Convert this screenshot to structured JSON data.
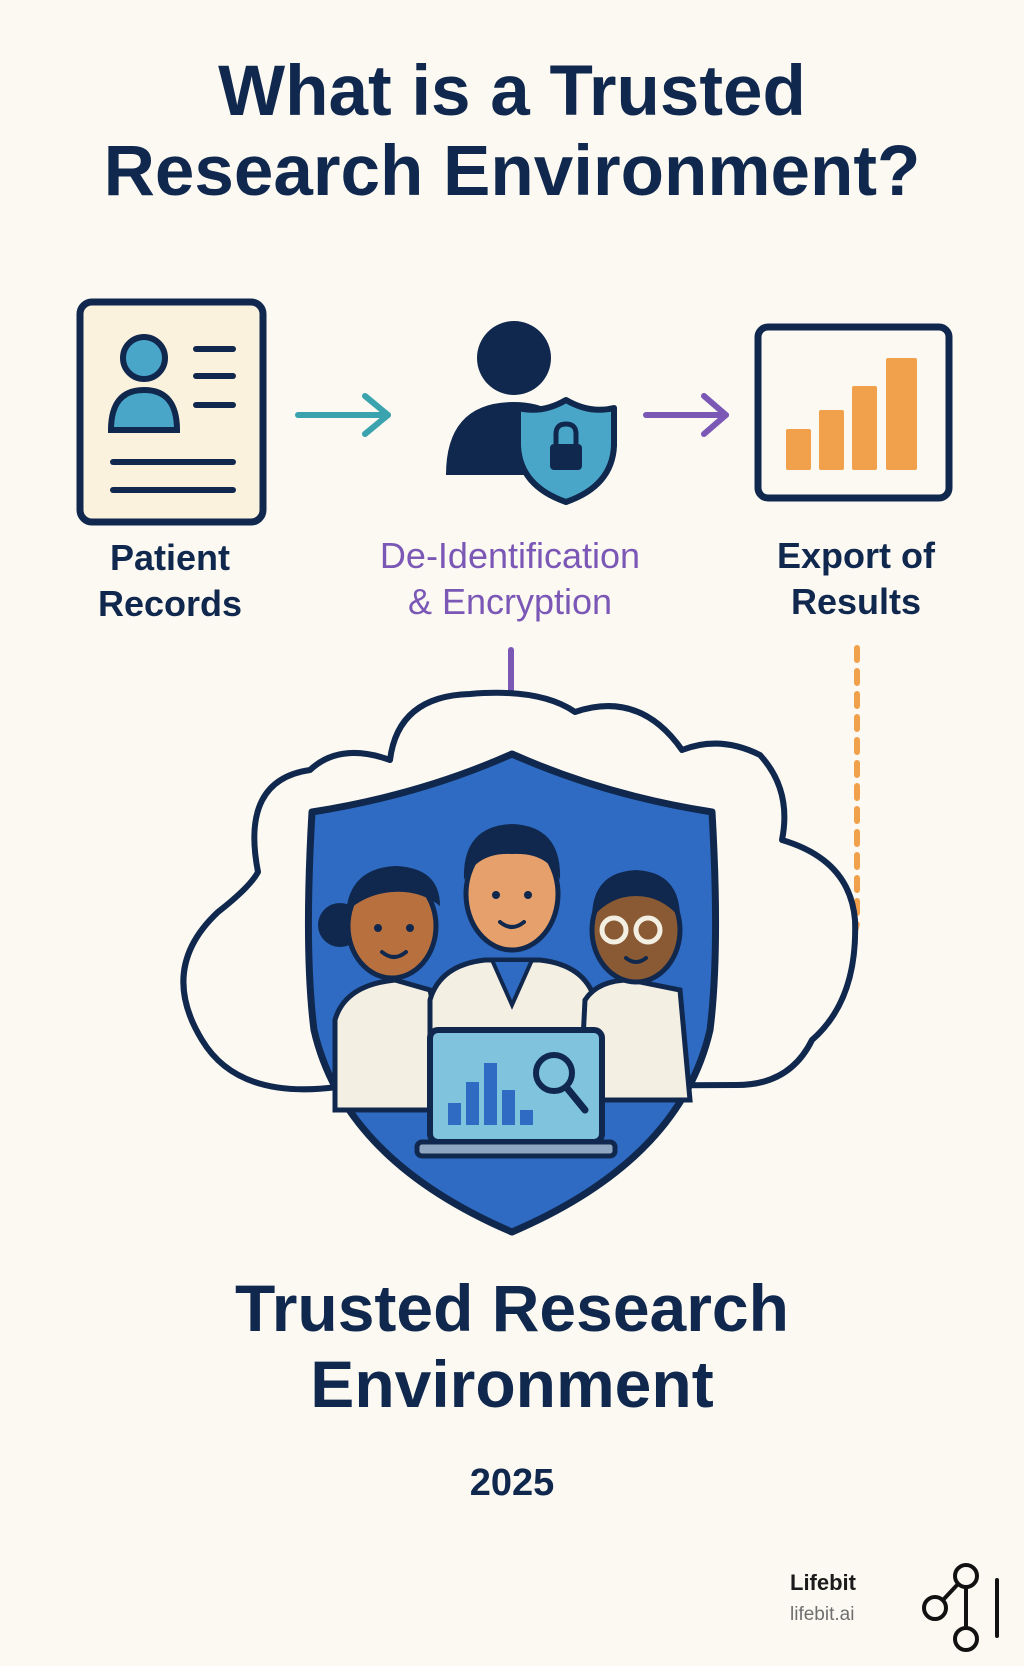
{
  "title": {
    "line1": "What is a Trusted",
    "line2": "Research Environment?"
  },
  "stages": {
    "patient": {
      "line1": "Patient",
      "line2": "Records",
      "icon": "patient-record-icon"
    },
    "deid": {
      "line1": "De-Identification",
      "line2": "& Encryption",
      "icon": "user-shield-lock-icon"
    },
    "export": {
      "line1": "Export of",
      "line2": "Results",
      "icon": "bar-chart-icon"
    }
  },
  "environment": {
    "line1": "Trusted Research",
    "line2": "Environment",
    "icon": "cloud-shield-researchers-icon"
  },
  "year": "2025",
  "brand": {
    "name": "Lifebit",
    "url": "lifebit.ai",
    "logo": "lifebit-logo-icon"
  },
  "colors": {
    "navy": "#10284d",
    "teal": "#3aa3ad",
    "purple": "#7b57b6",
    "orange": "#f1a04c",
    "blue": "#2f6bc2",
    "cream": "#fbf9f2"
  }
}
